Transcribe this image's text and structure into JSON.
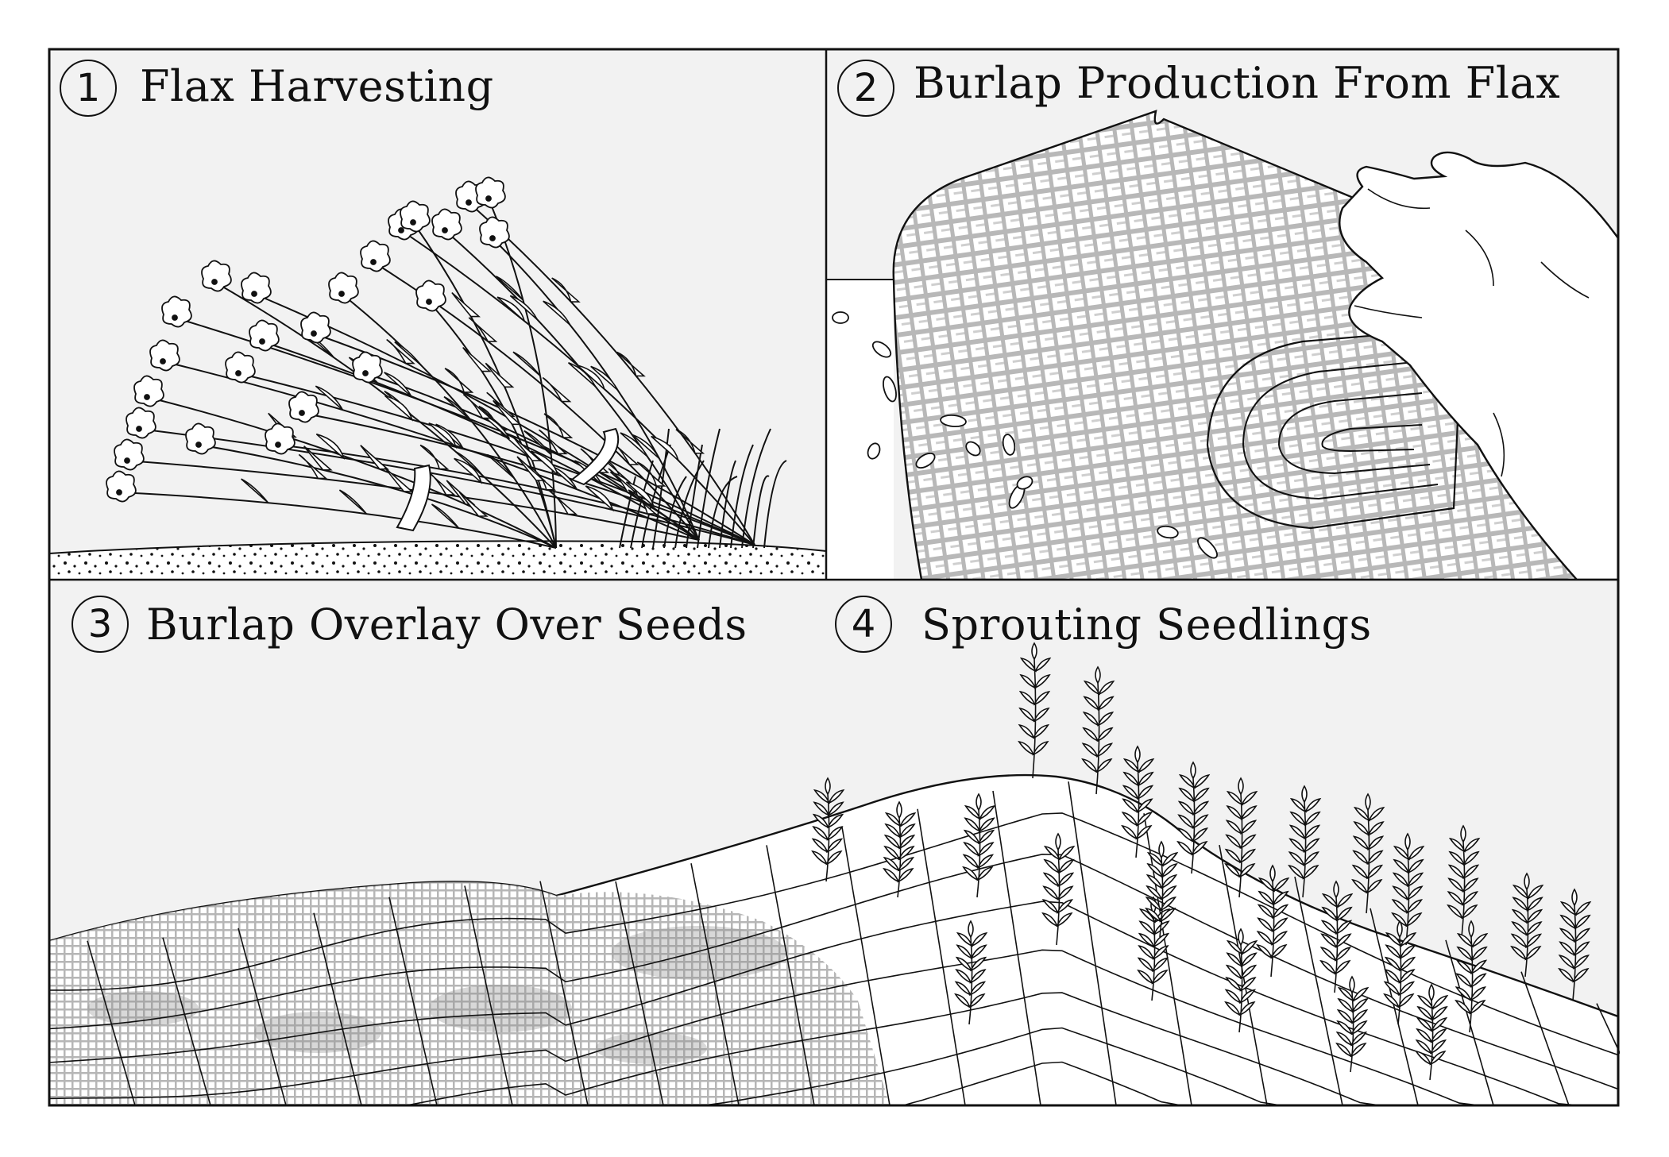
{
  "colors": {
    "panel_background": "#f2f2f2",
    "ink": "#111111",
    "mesh_gray": "#b5b5b5",
    "ground": "#ffffff"
  },
  "panels": [
    {
      "number": "1",
      "title": "Flax Harvesting",
      "icon": "flax-bundle-icon"
    },
    {
      "number": "2",
      "title": "Burlap Production From Flax",
      "icon": "burlap-roll-icon"
    },
    {
      "number": "3",
      "title": "Burlap Overlay Over Seeds",
      "icon": "burlap-overlay-icon"
    },
    {
      "number": "4",
      "title": "Sprouting Seedlings",
      "icon": "seedling-icon"
    }
  ]
}
